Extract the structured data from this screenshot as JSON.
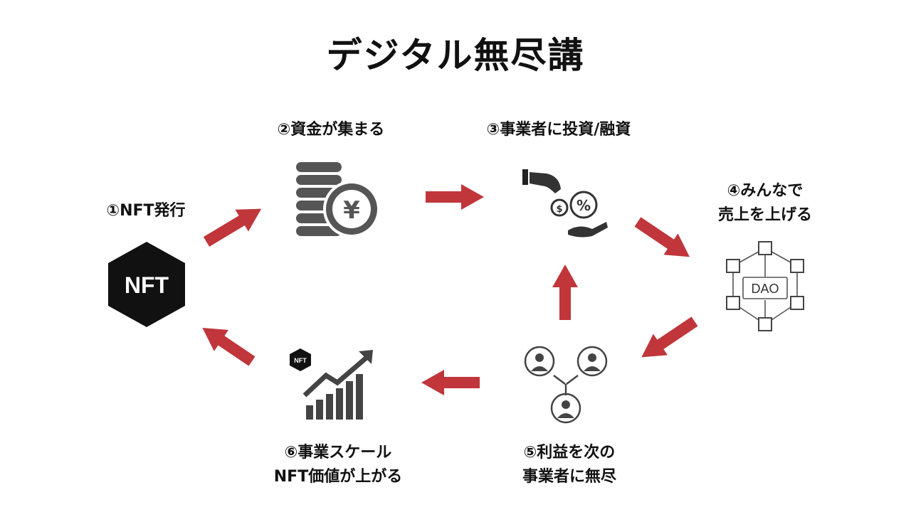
{
  "title": "デジタル無尽講",
  "colors": {
    "arrow": "#c0363b",
    "icon_dark": "#2b2b2b",
    "icon_gray": "#5a5a5a"
  },
  "steps": [
    {
      "label": "①NFT発行",
      "icon": "nft-hexagon-icon",
      "icon_text": "NFT"
    },
    {
      "label": "②資金が集まる",
      "icon": "coins-yen-icon",
      "icon_text": "¥"
    },
    {
      "label": "③事業者に投資/融資",
      "icon": "hand-money-percent-icon",
      "icon_text": "%"
    },
    {
      "label_lines": [
        "④みんなで",
        "売上を上げる"
      ],
      "icon": "dao-network-icon",
      "icon_text": "DAO"
    },
    {
      "label_lines": [
        "⑤利益を次の",
        "事業者に無尽"
      ],
      "icon": "people-network-icon"
    },
    {
      "label_lines": [
        "⑥事業スケール",
        "NFT価値が上がる"
      ],
      "icon": "nft-growth-chart-icon",
      "icon_text": "NFT"
    }
  ]
}
